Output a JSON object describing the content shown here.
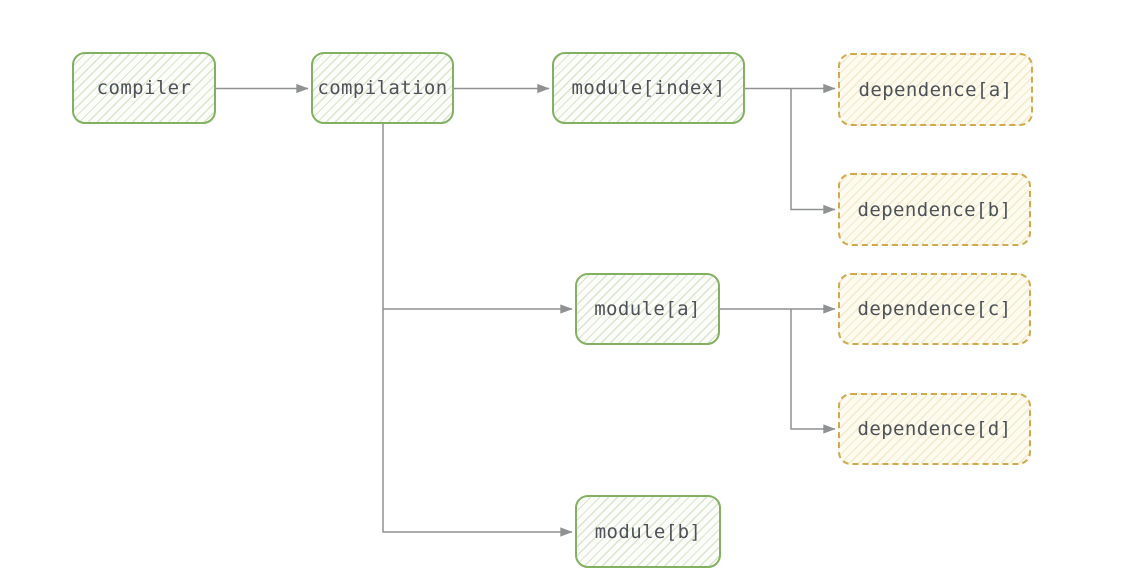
{
  "diagram": {
    "nodes": [
      {
        "id": "compiler",
        "label": "compiler",
        "kind": "core",
        "shape": "solid-green"
      },
      {
        "id": "compilation",
        "label": "compilation",
        "kind": "core",
        "shape": "solid-green"
      },
      {
        "id": "module-index",
        "label": "module[index]",
        "kind": "module",
        "shape": "solid-green"
      },
      {
        "id": "dependence-a",
        "label": "dependence[a]",
        "kind": "dependence",
        "shape": "dashed-amber"
      },
      {
        "id": "dependence-b",
        "label": "dependence[b]",
        "kind": "dependence",
        "shape": "dashed-amber"
      },
      {
        "id": "module-a",
        "label": "module[a]",
        "kind": "module",
        "shape": "solid-green"
      },
      {
        "id": "dependence-c",
        "label": "dependence[c]",
        "kind": "dependence",
        "shape": "dashed-amber"
      },
      {
        "id": "dependence-d",
        "label": "dependence[d]",
        "kind": "dependence",
        "shape": "dashed-amber"
      },
      {
        "id": "module-b",
        "label": "module[b]",
        "kind": "module",
        "shape": "solid-green"
      }
    ],
    "edges": [
      {
        "from": "compiler",
        "to": "compilation"
      },
      {
        "from": "compilation",
        "to": "module-index"
      },
      {
        "from": "compilation",
        "to": "module-a"
      },
      {
        "from": "compilation",
        "to": "module-b"
      },
      {
        "from": "module-index",
        "to": "dependence-a"
      },
      {
        "from": "module-index",
        "to": "dependence-b"
      },
      {
        "from": "module-a",
        "to": "dependence-c"
      },
      {
        "from": "module-a",
        "to": "dependence-d"
      }
    ],
    "colors": {
      "module_border": "#82b161",
      "module_fill": "#fcfdfa",
      "dependence_border": "#d2a94f",
      "dependence_fill": "#fdfaee",
      "arrow": "#8f9192",
      "text": "#4d5257",
      "background": "#ffffff"
    }
  }
}
